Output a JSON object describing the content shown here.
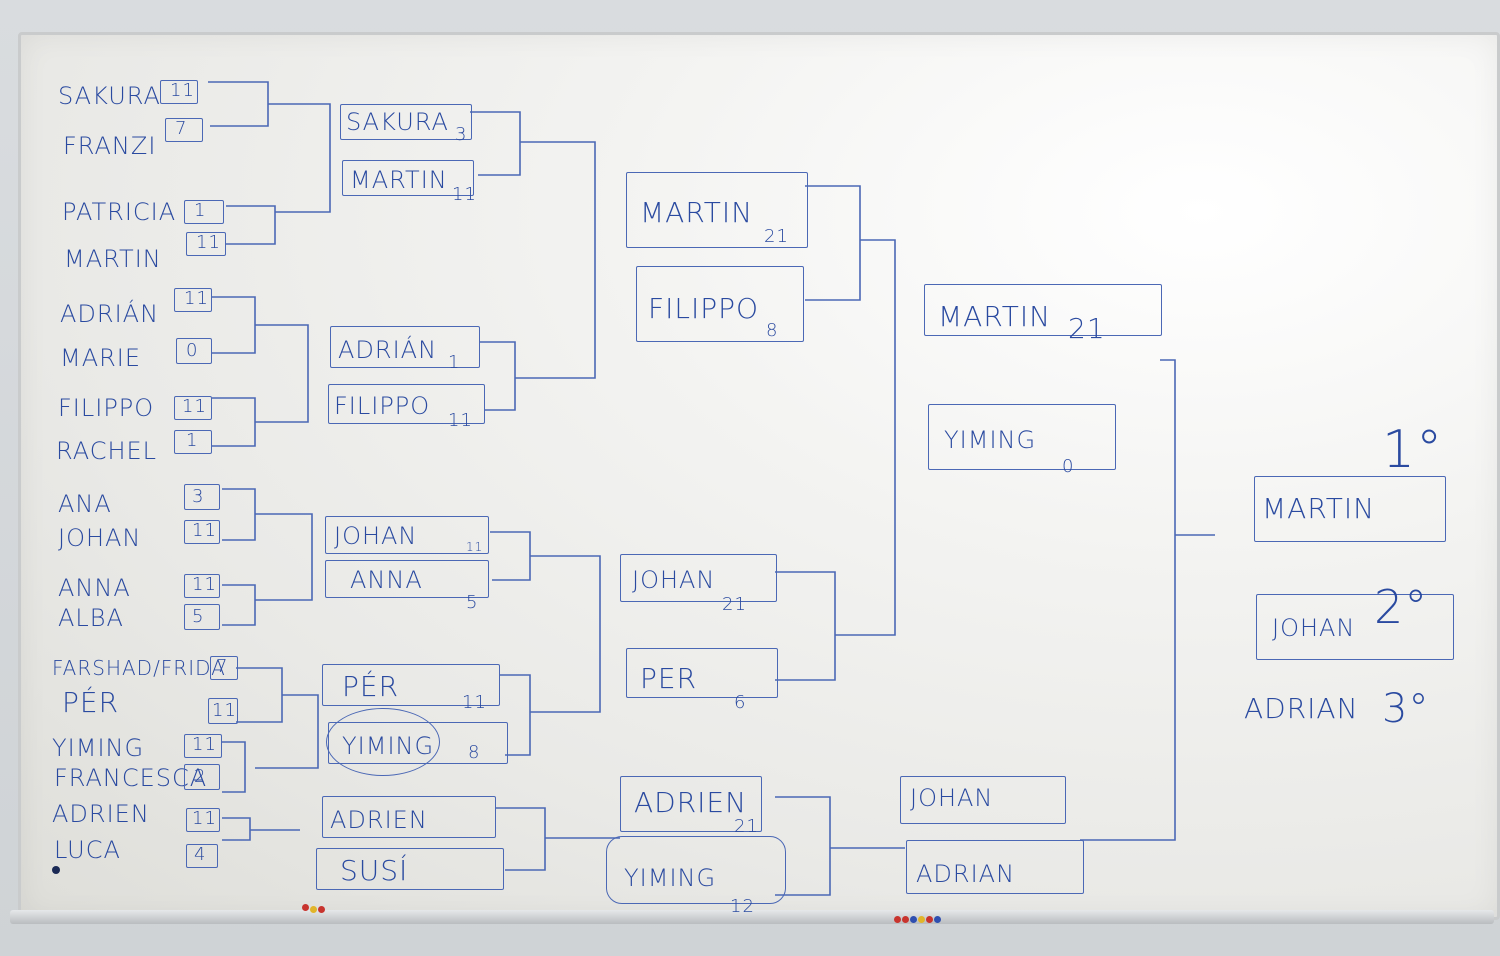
{
  "round1": {
    "matches": [
      {
        "p1": "SAKURA",
        "s1": "11",
        "p2": "FRANZI",
        "s2": "7"
      },
      {
        "p1": "PATRICIA",
        "s1": "1",
        "p2": "MARTIN",
        "s2": "11"
      },
      {
        "p1": "ADRIÁN",
        "s1": "11",
        "p2": "MARIE",
        "s2": "0"
      },
      {
        "p1": "FILIPPO",
        "s1": "11",
        "p2": "RACHEL",
        "s2": "1"
      },
      {
        "p1": "ANA",
        "s1": "3",
        "p2": "JOHAN",
        "s2": "11"
      },
      {
        "p1": "ANNA",
        "s1": "11",
        "p2": "ALBA",
        "s2": "5"
      },
      {
        "p1": "FARSHAD/FRIDA",
        "s1": "7",
        "p2": "PÉR",
        "s2": "11"
      },
      {
        "p1": "YIMING",
        "s1": "11",
        "p2": "FRANCESCA",
        "s2": "2"
      },
      {
        "p1": "ADRIEN",
        "s1": "11",
        "p2": "LUCA",
        "s2": "4"
      }
    ]
  },
  "round2": {
    "entries": [
      {
        "name": "SAKURA",
        "score": "3"
      },
      {
        "name": "MARTIN",
        "score": "11"
      },
      {
        "name": "ADRIÁN",
        "score": "1"
      },
      {
        "name": "FILIPPO",
        "score": "11"
      },
      {
        "name": "JOHAN",
        "score": "11"
      },
      {
        "name": "ANNA",
        "score": "5"
      },
      {
        "name": "PÉR",
        "score": "11"
      },
      {
        "name": "YIMING",
        "score": "8"
      },
      {
        "name": "ADRIEN",
        "score": ""
      },
      {
        "name": "SUSÍ",
        "score": ""
      }
    ]
  },
  "quarterfinals": {
    "entries": [
      {
        "name": "MARTIN",
        "score": "21"
      },
      {
        "name": "FILIPPO",
        "score": "8"
      },
      {
        "name": "JOHAN",
        "score": "21"
      },
      {
        "name": "PER",
        "score": "6"
      },
      {
        "name": "ADRIEN",
        "score": "21"
      },
      {
        "name": "YIMING",
        "score": "12"
      }
    ]
  },
  "semifinals": {
    "entries": [
      {
        "name": "MARTIN",
        "score": "21"
      },
      {
        "name": "YIMING",
        "score": "0"
      },
      {
        "name": "JOHAN",
        "score": ""
      },
      {
        "name": "ADRIAN",
        "score": ""
      }
    ]
  },
  "podium": {
    "first": {
      "name": "MARTIN",
      "place": "1°"
    },
    "second": {
      "name": "JOHAN",
      "place": "2°"
    },
    "third": {
      "name": "ADRIAN",
      "place": "3°"
    }
  },
  "colors": {
    "marker_blue": "#2a4aa0",
    "board_white": "#f3f3f1",
    "frame_gray": "#c9cbcc"
  }
}
